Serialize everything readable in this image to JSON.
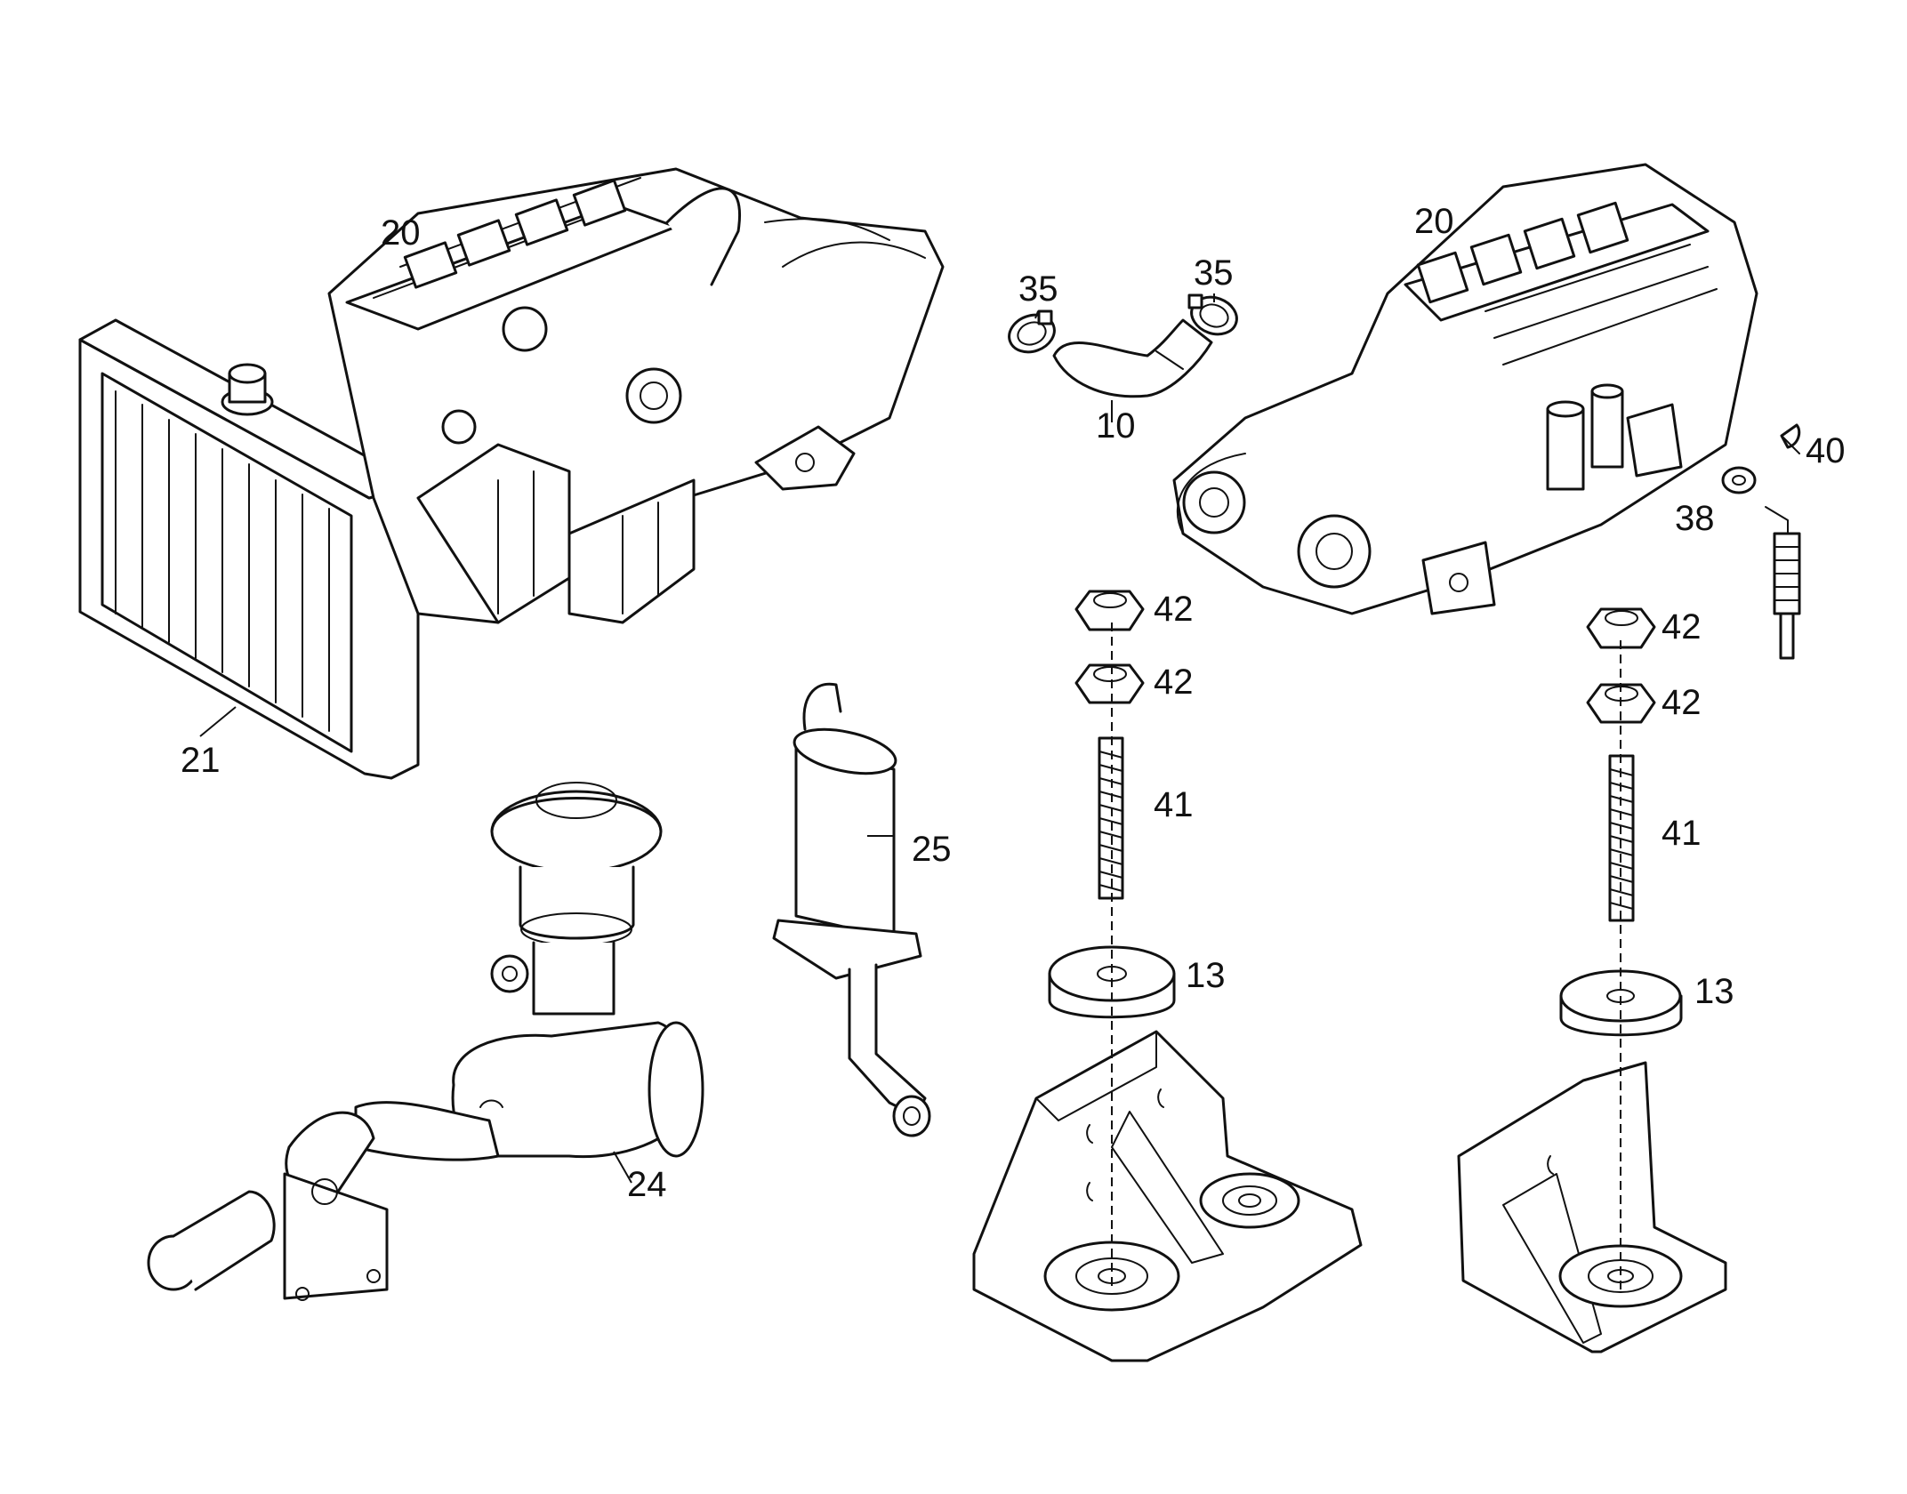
{
  "diagram": {
    "callouts": [
      {
        "id": "engine-left",
        "label": "20"
      },
      {
        "id": "engine-right",
        "label": "20"
      },
      {
        "id": "radiator",
        "label": "21"
      },
      {
        "id": "hose",
        "label": "10"
      },
      {
        "id": "clamp-left",
        "label": "35"
      },
      {
        "id": "clamp-right",
        "label": "35"
      },
      {
        "id": "split-pin",
        "label": "40"
      },
      {
        "id": "washer-small",
        "label": "38"
      },
      {
        "id": "nut-a1",
        "label": "42"
      },
      {
        "id": "nut-a2",
        "label": "42"
      },
      {
        "id": "stud-a",
        "label": "41"
      },
      {
        "id": "mount-pad-a",
        "label": "13"
      },
      {
        "id": "nut-b1",
        "label": "42"
      },
      {
        "id": "nut-b2",
        "label": "42"
      },
      {
        "id": "stud-b",
        "label": "41"
      },
      {
        "id": "mount-pad-b",
        "label": "13"
      },
      {
        "id": "muffler",
        "label": "25"
      },
      {
        "id": "air-filter",
        "label": "24"
      }
    ]
  }
}
